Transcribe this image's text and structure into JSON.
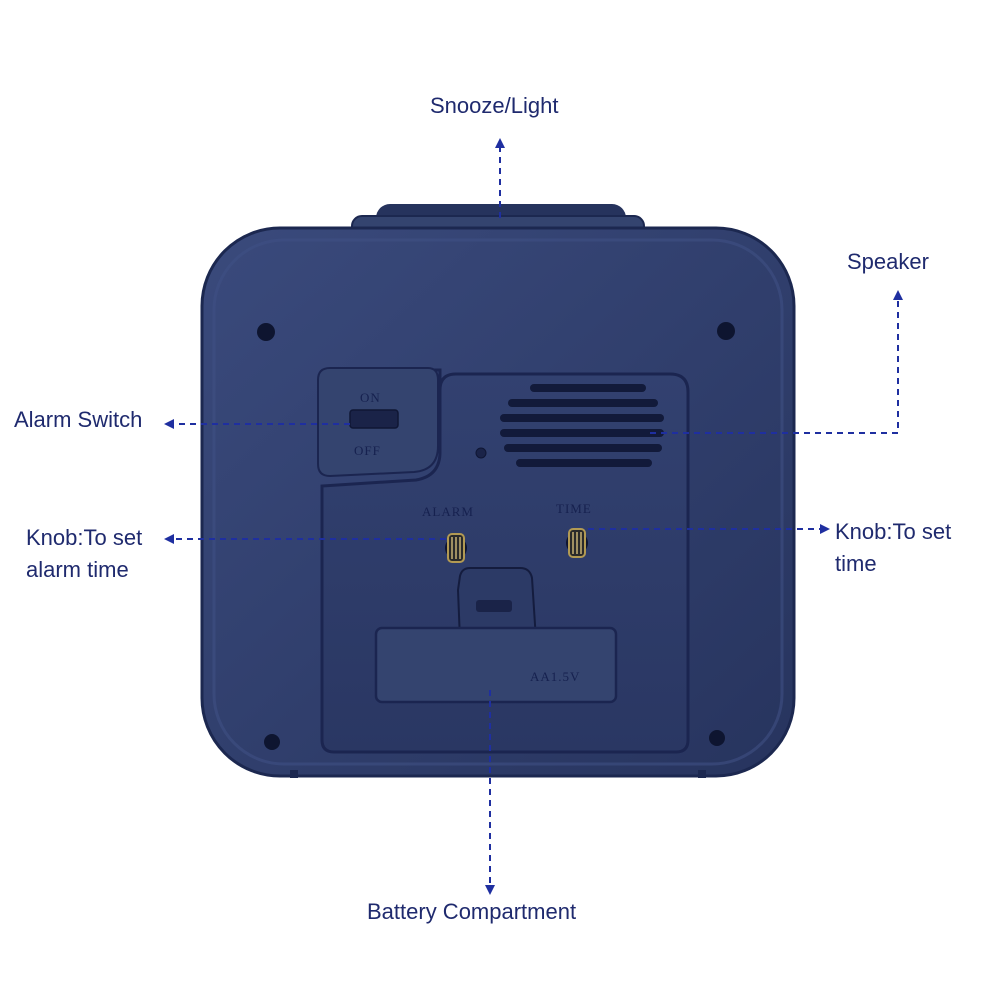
{
  "labels": {
    "snooze_light": "Snooze/Light",
    "speaker": "Speaker",
    "alarm_switch": "Alarm Switch",
    "knob_alarm": "Knob:To set alarm time",
    "knob_time": "Knob:To set time",
    "battery_compartment": "Battery Compartment"
  },
  "device_markings": {
    "switch_on": "ON",
    "switch_off": "OFF",
    "knob_alarm": "ALARM",
    "knob_time": "TIME",
    "battery_spec": "AA1.5V"
  },
  "colors": {
    "body": "#2e3d6b",
    "body_dark": "#1c2850",
    "arrow": "#1f2fa0",
    "label_text": "#1f2a6e"
  }
}
